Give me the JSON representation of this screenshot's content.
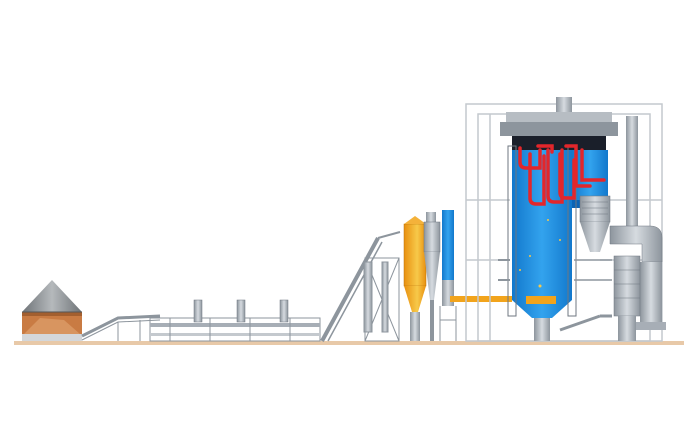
{
  "colors": {
    "background": "#ffffff",
    "ground": "#e8c9a8",
    "steel": "#a7aeb6",
    "steel_dark": "#6f7780",
    "steel_light": "#d3d8dd",
    "water": "#1f8fe0",
    "water_dark": "#0b63b5",
    "superheater": "#e3262b",
    "fuel_orange": "#f2a41c",
    "fuel_yellow": "#f7c94a",
    "pile_top": "#8f9396",
    "pile_fuel": "#c97b43",
    "frame": "#c4c9ce"
  },
  "diagram": {
    "components": [
      {
        "name": "fuel-storage-dome",
        "icon": "conical-silo"
      },
      {
        "name": "belt-conveyor",
        "icon": "inclined-belt"
      },
      {
        "name": "fuel-dryer-line",
        "icon": "horizontal-dryer"
      },
      {
        "name": "bucket-elevator",
        "icon": "inclined-elevator"
      },
      {
        "name": "day-silo",
        "icon": "vertical-silo"
      },
      {
        "name": "cyclone-separator",
        "icon": "cyclone"
      },
      {
        "name": "feed-duct",
        "icon": "duct"
      },
      {
        "name": "boiler-furnace",
        "icon": "boiler"
      },
      {
        "name": "superheater-coils",
        "icon": "heat-exchanger"
      },
      {
        "name": "economizer",
        "icon": "heat-exchanger"
      },
      {
        "name": "flue-gas-duct",
        "icon": "duct"
      },
      {
        "name": "air-preheater",
        "icon": "air-heater"
      }
    ]
  }
}
